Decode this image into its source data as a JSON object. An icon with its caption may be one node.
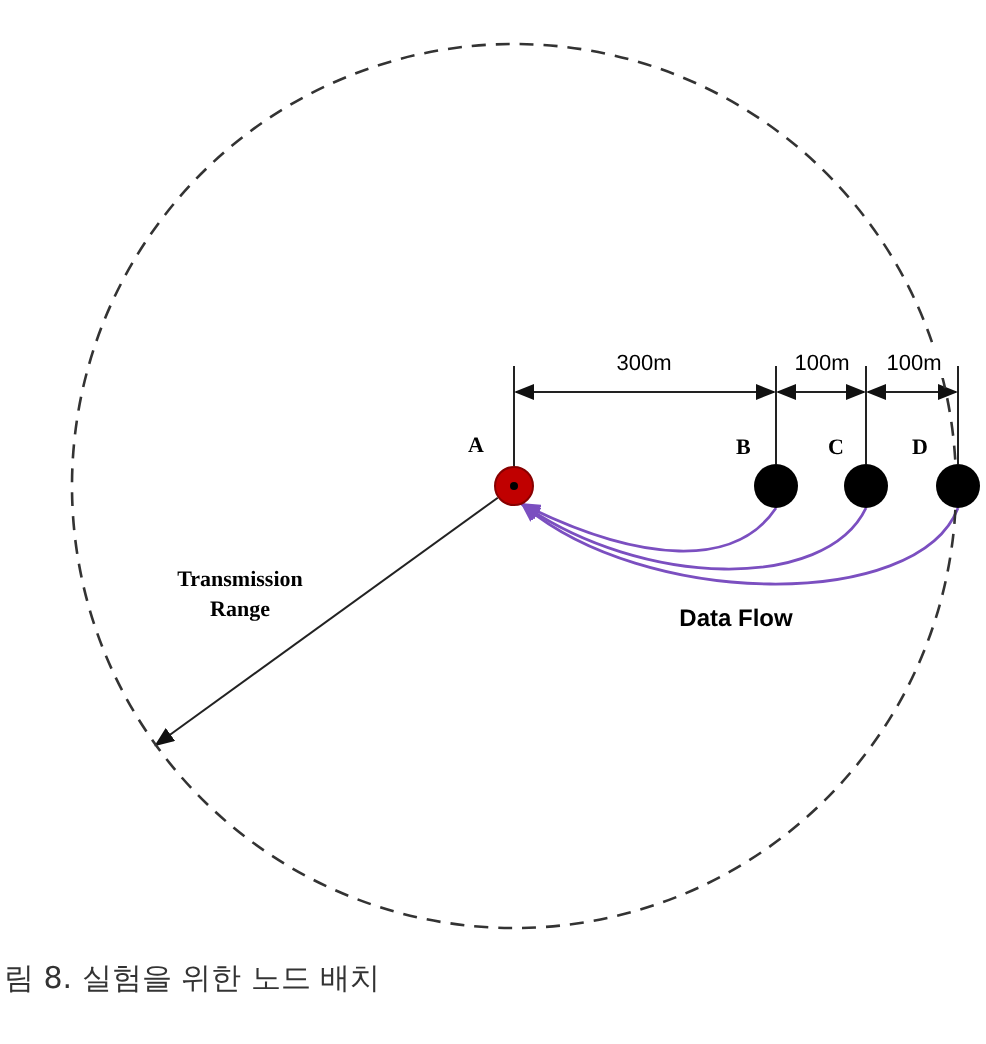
{
  "diagram": {
    "caption": "림 8. 실험을 위한 노드 배치",
    "nodes": [
      {
        "text": [
          "Transmission Range"
        ]
      },
      {
        "text": [
          "A"
        ],
        "in": 0
      },
      {
        "text": [
          "B"
        ],
        "in": 0
      },
      {
        "text": [
          "C"
        ],
        "in": 0
      },
      {
        "text": [
          "D"
        ],
        "in": 0
      }
    ],
    "edges": [
      {
        "from": 2,
        "to": 1,
        "arrow": "to"
      },
      {
        "from": 3,
        "to": 1,
        "arrow": "to"
      },
      {
        "from": 4,
        "to": 1,
        "arrow": "to"
      },
      {
        "from": 1,
        "to": 0,
        "arrow": "to",
        "color": "#222222"
      }
    ],
    "labels": [
      "300m",
      "100m",
      "100m",
      "Data Flow"
    ]
  }
}
